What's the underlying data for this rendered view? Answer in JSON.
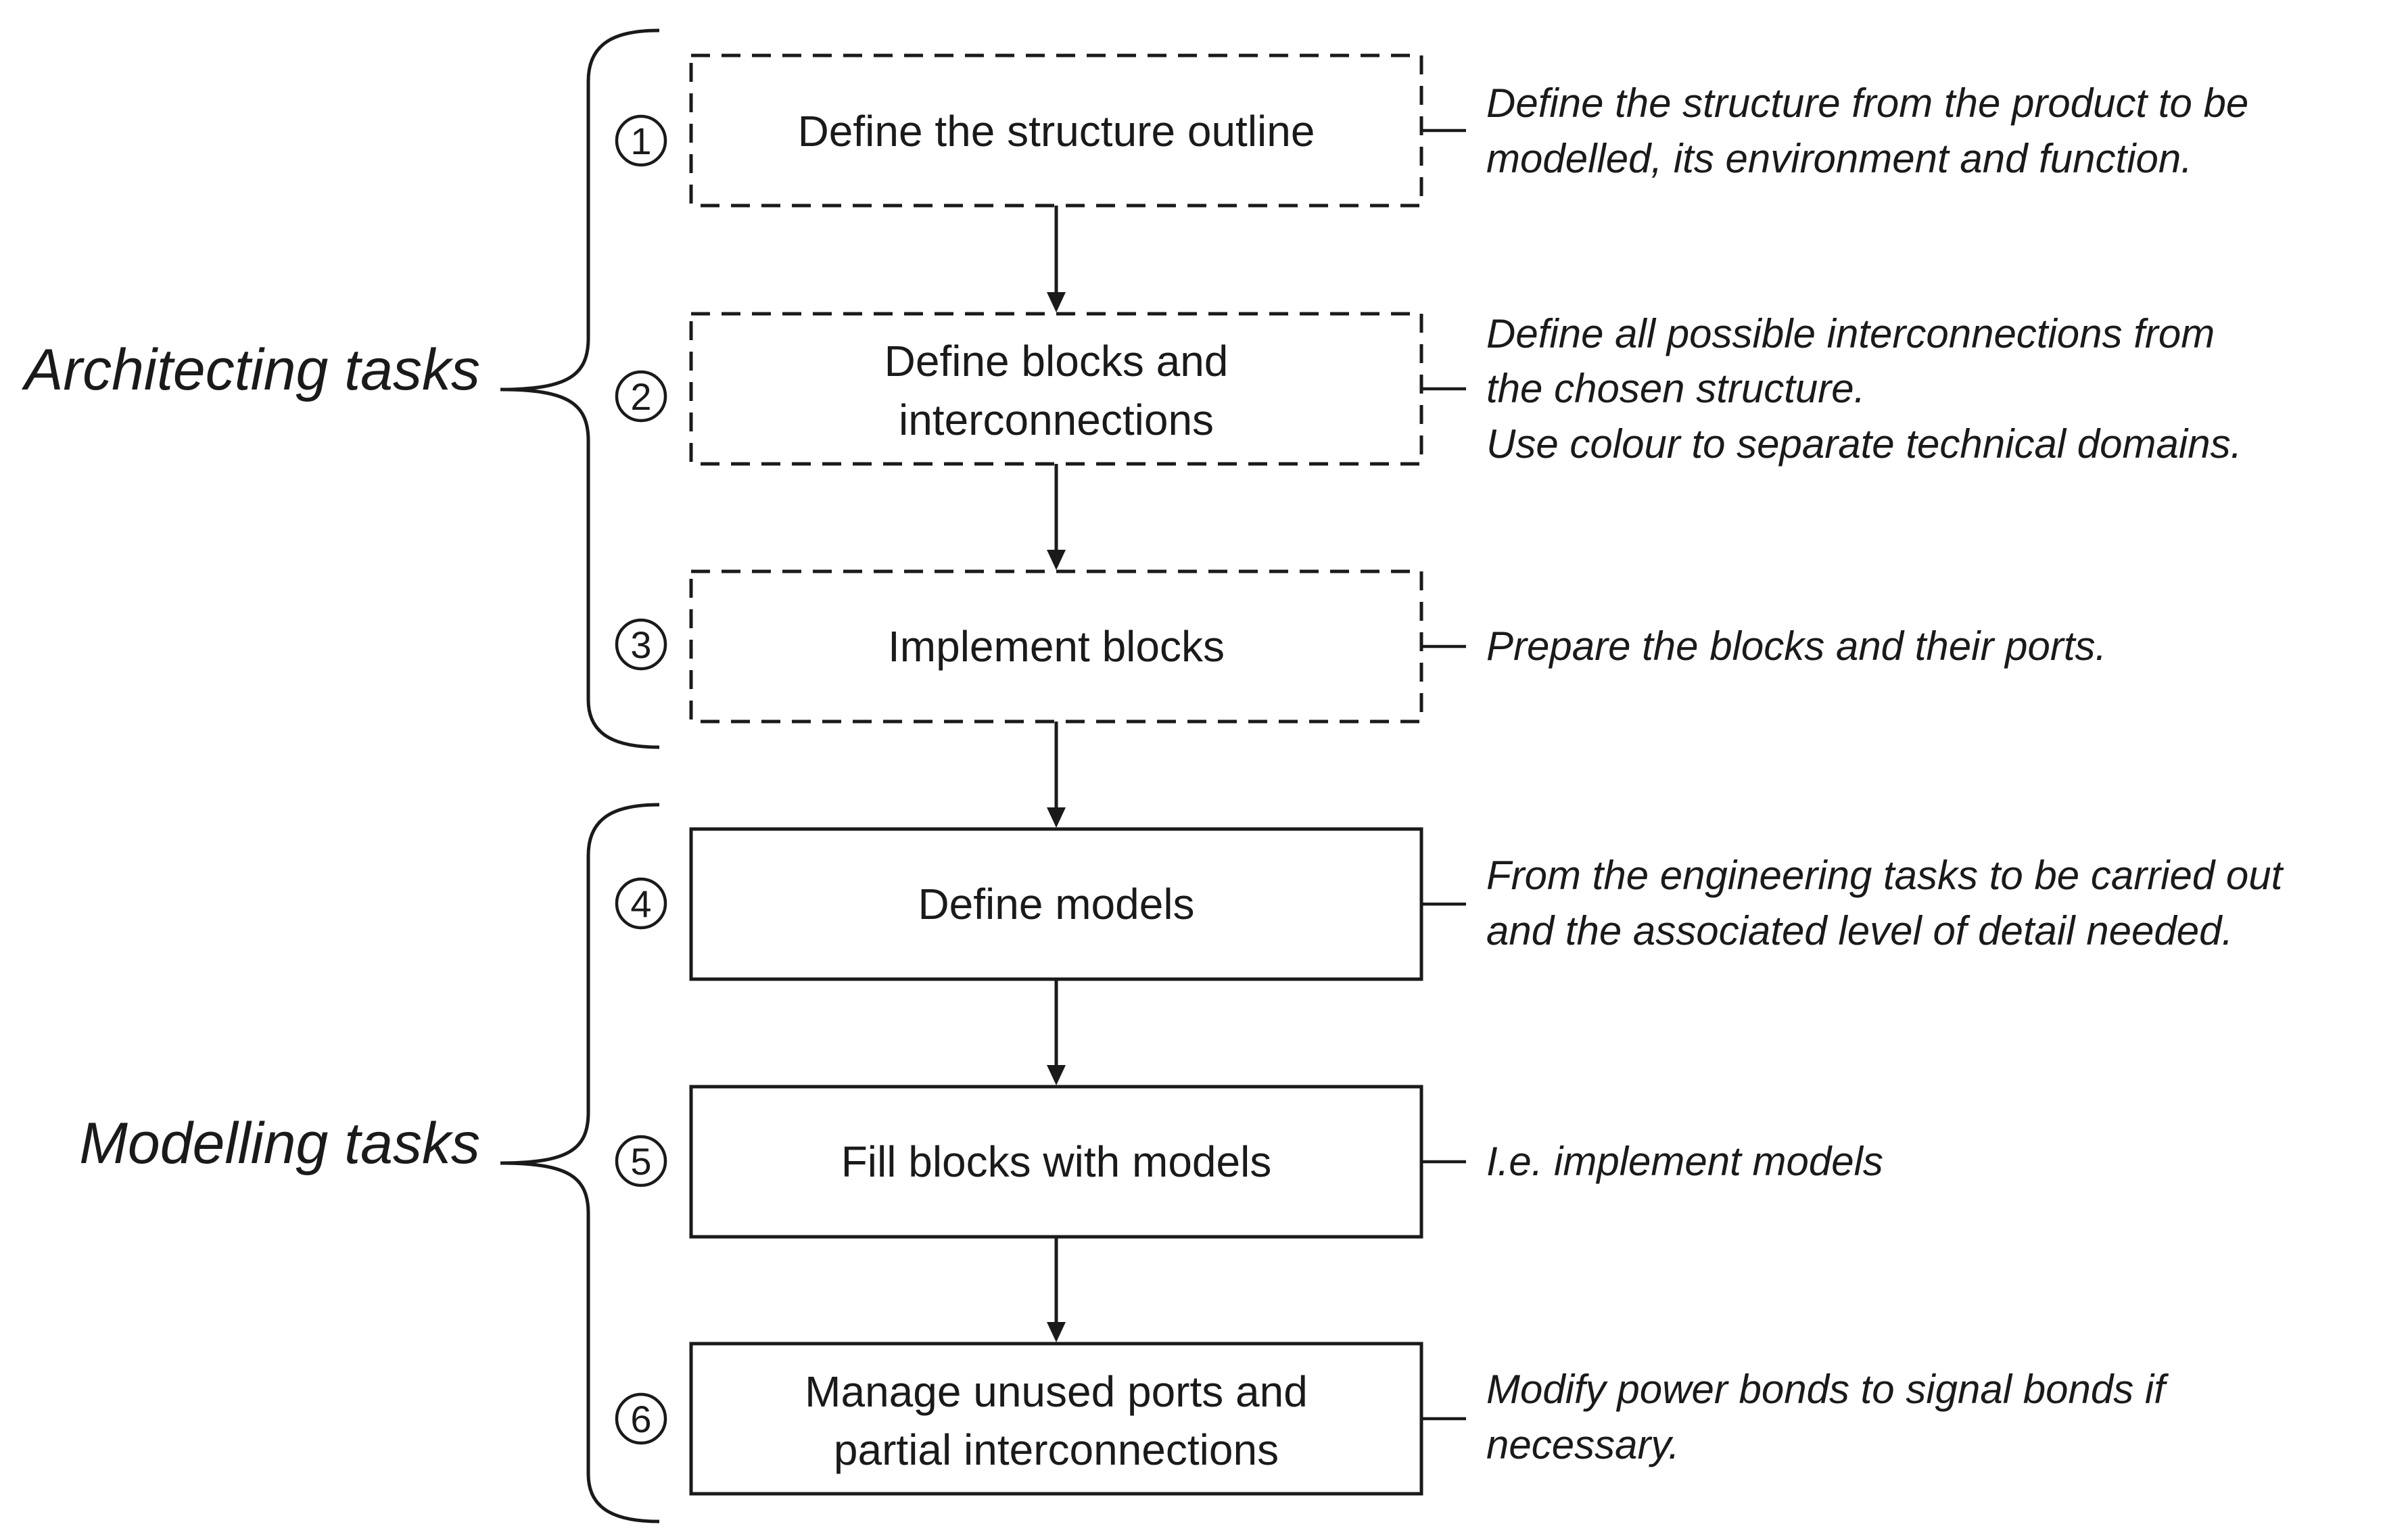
{
  "groups": [
    {
      "label": "Architecting tasks"
    },
    {
      "label": "Modelling tasks"
    }
  ],
  "steps": [
    {
      "number": "1",
      "style": "dashed",
      "box_lines": [
        "Define the structure outline"
      ],
      "description_lines": [
        "Define the structure from the product to be",
        "modelled, its environment and function."
      ]
    },
    {
      "number": "2",
      "style": "dashed",
      "box_lines": [
        "Define blocks and",
        "interconnections"
      ],
      "description_lines": [
        "Define all possible interconnections from",
        "the chosen structure.",
        "Use colour to separate technical domains."
      ]
    },
    {
      "number": "3",
      "style": "dashed",
      "box_lines": [
        "Implement blocks"
      ],
      "description_lines": [
        "Prepare the blocks and their ports."
      ]
    },
    {
      "number": "4",
      "style": "solid",
      "box_lines": [
        "Define models"
      ],
      "description_lines": [
        "From the engineering tasks to be carried out",
        "and the associated level of detail needed."
      ]
    },
    {
      "number": "5",
      "style": "solid",
      "box_lines": [
        "Fill blocks with models"
      ],
      "description_lines": [
        "I.e. implement models"
      ]
    },
    {
      "number": "6",
      "style": "solid",
      "box_lines": [
        "Manage unused ports and",
        "partial interconnections"
      ],
      "description_lines": [
        "Modify power bonds to signal bonds if",
        "necessary."
      ]
    }
  ]
}
